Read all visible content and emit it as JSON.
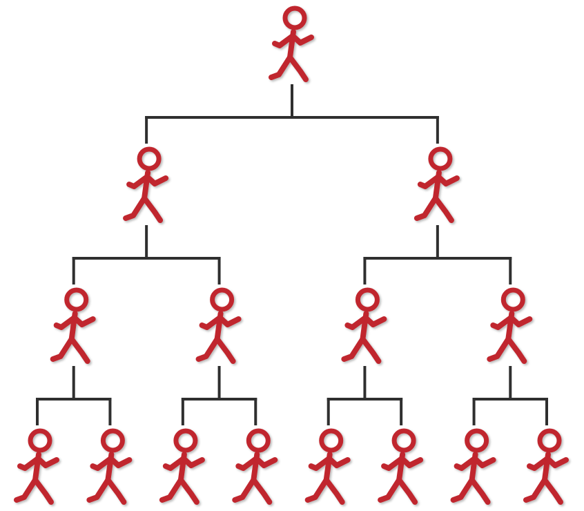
{
  "diagram": {
    "type": "hierarchy-tree",
    "levels": 4,
    "branching": 2,
    "node_icon": "walking-stick-figure-icon",
    "nodes": [
      {
        "id": "n1",
        "parent": null,
        "level": 1
      },
      {
        "id": "n2",
        "parent": "n1",
        "level": 2
      },
      {
        "id": "n3",
        "parent": "n1",
        "level": 2
      },
      {
        "id": "n4",
        "parent": "n2",
        "level": 3
      },
      {
        "id": "n5",
        "parent": "n2",
        "level": 3
      },
      {
        "id": "n6",
        "parent": "n3",
        "level": 3
      },
      {
        "id": "n7",
        "parent": "n3",
        "level": 3
      },
      {
        "id": "n8",
        "parent": "n4",
        "level": 4
      },
      {
        "id": "n9",
        "parent": "n4",
        "level": 4
      },
      {
        "id": "n10",
        "parent": "n5",
        "level": 4
      },
      {
        "id": "n11",
        "parent": "n5",
        "level": 4
      },
      {
        "id": "n12",
        "parent": "n6",
        "level": 4
      },
      {
        "id": "n13",
        "parent": "n6",
        "level": 4
      },
      {
        "id": "n14",
        "parent": "n7",
        "level": 4
      },
      {
        "id": "n15",
        "parent": "n7",
        "level": 4
      }
    ]
  },
  "colors": {
    "figure": "#c0252e",
    "connector": "#2f2f2f",
    "background": "#ffffff"
  }
}
